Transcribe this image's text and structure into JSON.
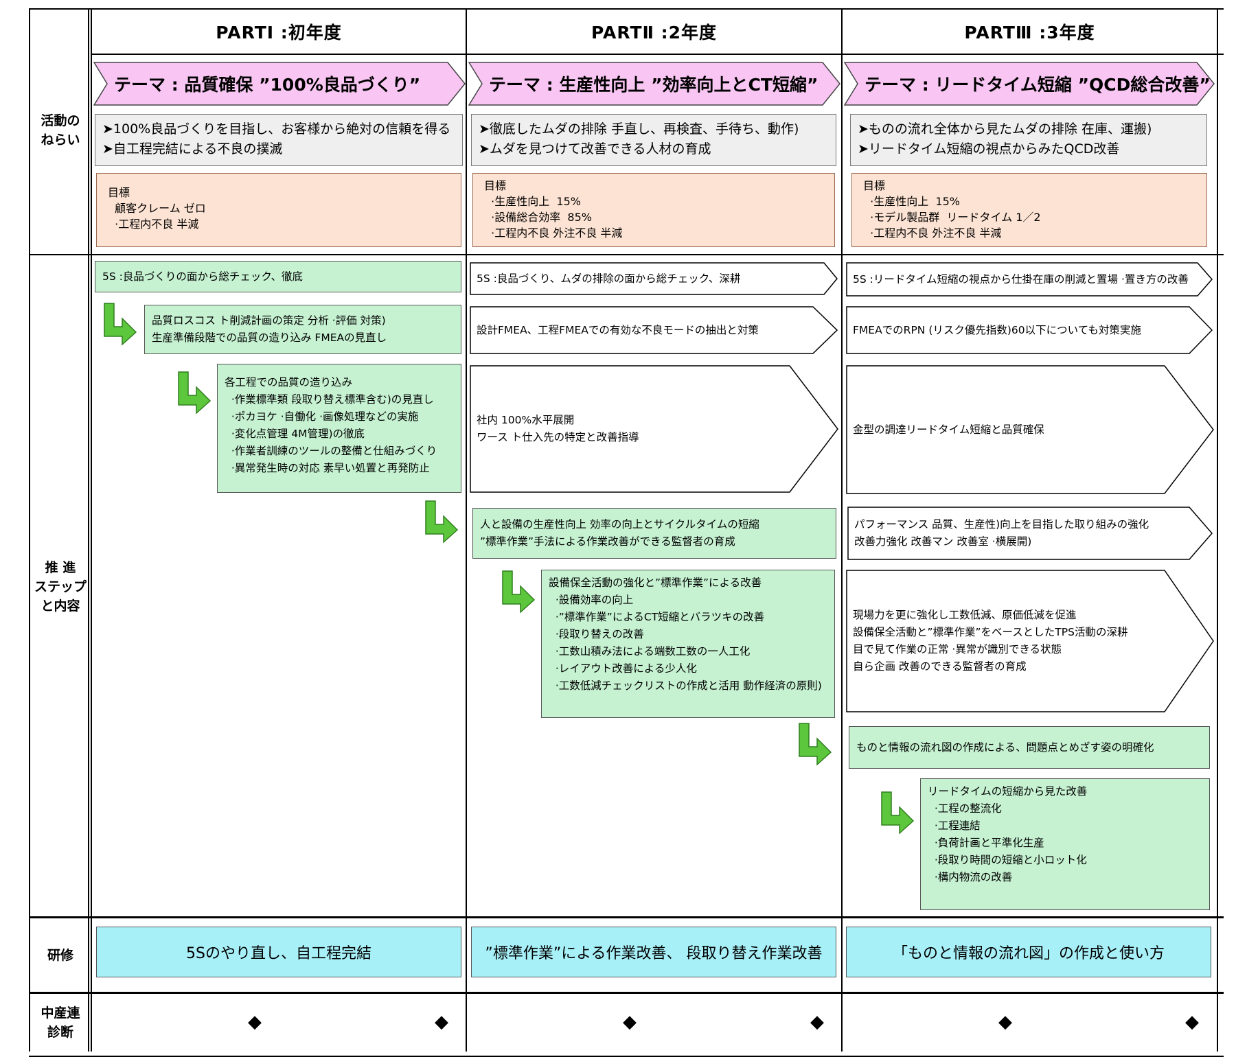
{
  "headers": [
    "PARTⅠ :初年度",
    "PARTⅡ :2年度",
    "PARTⅢ :3年度"
  ],
  "row_labels": {
    "aim": "活動の\nねらい",
    "steps": "推 進\nステップ\nと内容",
    "training": "研修",
    "diagnosis": "中産連\n診断"
  },
  "themes": [
    "テーマ : 品質確保 ”100%良品づくり”",
    "テーマ : 生産性向上 ”効率向上とCT短縮”",
    "テーマ : リードタイム短縮 ”QCD総合改善”"
  ],
  "aims": [
    [
      "➤100%良品づくりを目指し、お客様から絶対の信頼を得る",
      "➤自工程完結による不良の撲滅"
    ],
    [
      "➤徹底したムダの排除 手直し、再検査、手待ち、動作)",
      "➤ムダを見つけて改善できる人材の育成"
    ],
    [
      "➤ものの流れ全体から見たムダの排除 在庫、運搬)",
      "➤リードタイム短縮の視点からみたQCD改善"
    ]
  ],
  "goals": [
    "目標\n  顧客クレーム ゼロ\n  ·工程内不良 半減",
    "目標\n  ·生産性向上  15%\n  ·設備総合効率  85%\n  ·工程内不良 外注不良 半減",
    "目標\n  ·生産性向上  15%\n  ·モデル製品群  リードタイム 1／2\n  ·工程内不良 外注不良 半減"
  ],
  "steps": {
    "p1": [
      "5S :良品づくりの面から総チェック、徹底",
      "品質ロスコス ト削減計画の策定 分析 ·評価 対策)\n生産準備段階での品質の造り込み FMEAの見直し",
      "各工程での品質の造り込み\n  ·作業標準類 段取り替え標準含む)の見直し\n  ·ポカヨケ ·自働化 ·画像処理などの実施\n  ·変化点管理 4M管理)の徹底\n  ·作業者訓練のツールの整備と仕組みづくり\n  ·異常発生時の対応 素早い処置と再発防止"
    ],
    "p2": [
      "5S :良品づくり、ムダの排除の面から総チェック、深耕",
      "設計FMEA、工程FMEAでの有効な不良モードの抽出と対策",
      "社内 100%水平展開\nワース ト仕入先の特定と改善指導",
      "人と設備の生産性向上 効率の向上とサイクルタイムの短縮\n”標準作業”手法による作業改善ができる監督者の育成",
      "設備保全活動の強化と”標準作業”による改善\n  ·設備効率の向上\n  ·”標準作業”によるCT短縮とバラツキの改善\n  ·段取り替えの改善\n  ·工数山積み法による端数工数の一人工化\n  ·レイアウト改善による少人化\n  ·工数低減チェックリストの作成と活用 動作経済の原則)"
    ],
    "p3": [
      "5S :リードタイム短縮の視点から仕掛在庫の削減と置場 ·置き方の改善",
      "FMEAでのRPN (リスク優先指数)60以下についても対策実施",
      "金型の調達リードタイム短縮と品質確保",
      "パフォーマンス 品質、生産性)向上を目指した取り組みの強化\n改善力強化 改善マン 改善室 ·横展開)",
      "現場力を更に強化し工数低減、原価低減を促進\n設備保全活動と”標準作業”をベースとしたTPS活動の深耕\n目で見て作業の正常 ·異常が識別できる状態\n自ら企画 改善のできる監督者の育成",
      "ものと情報の流れ図の作成による、問題点とめざす姿の明確化",
      "リードタイムの短縮から見た改善\n  ·工程の整流化\n  ·工程連結\n  ·負荷計画と平準化生産\n  ·段取り時間の短縮と小ロット化\n  ·構内物流の改善"
    ]
  },
  "training": [
    "5Sのやり直し、自工程完結",
    "”標準作業”による作業改善、 段取り替え作業改善",
    "「ものと情報の流れ図」の作成と使い方"
  ],
  "diagnosis_marker": "◆",
  "colors": {
    "theme_fill": "#f9c6f4",
    "green_box": "#c6f2d2",
    "goal_box": "#fde3d3",
    "training_box": "#a8f0f8",
    "arrow_green": "#5cc63c"
  }
}
